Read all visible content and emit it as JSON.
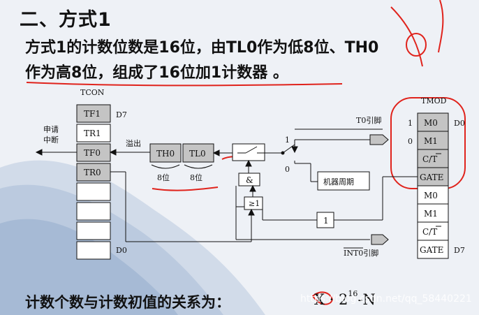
{
  "heading": "二、方式1",
  "paragraph": {
    "line1": "方式1的计数位数是16位，由TL0作为低8位、TH0",
    "line2": "作为高8位，组成了16位加1计数器 。"
  },
  "tcon": {
    "title": "TCON",
    "cells": [
      "TF1",
      "TR1",
      "TF0",
      "TR0",
      "",
      "",
      "",
      ""
    ],
    "bit_top": "D7",
    "bit_bottom": "D0"
  },
  "interrupt_request": [
    "申请",
    "中断"
  ],
  "overflow_label": "溢出",
  "counter": {
    "th0": "TH0",
    "tl0": "TL0",
    "th0_bits": "8位",
    "tl0_bits": "8位"
  },
  "t0_pin_label": "T0引脚",
  "switch_labels": {
    "one": "1",
    "zero": "0"
  },
  "machine_cycle": "机器周期",
  "gates": {
    "and": "&",
    "or": "≥1",
    "not": "1"
  },
  "int0_pin_label": "INT0引脚",
  "tmod": {
    "title": "TMOD",
    "upper": [
      "M0",
      "M1",
      "C/T",
      "GATE"
    ],
    "lower": [
      "M0",
      "M1",
      "C/T",
      "GATE"
    ],
    "side_top_labels": [
      "1",
      "0"
    ],
    "bit_top": "D0",
    "bit_bottom": "D7"
  },
  "footer_text": "计数个数与计数初值的关系为：",
  "formula": {
    "x": "X",
    "base": "2",
    "exponent": "16",
    "minus": "-N"
  },
  "watermark": "https://blog.csdn.net/qq_58440221",
  "colors": {
    "shaded_cell": "#c4c4c4",
    "annotation_red": "#e0231c",
    "diagram_line": "#111111",
    "background": "#eef1f6"
  }
}
